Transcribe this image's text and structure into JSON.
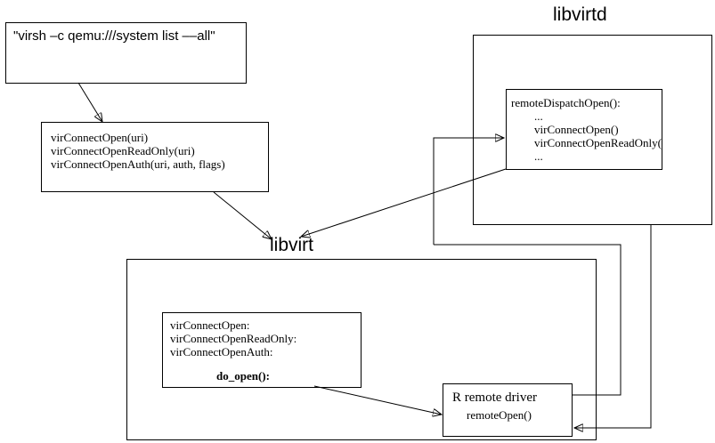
{
  "diagram": {
    "title_libvirtd": "libvirtd",
    "title_libvirt": "libvirt",
    "command_box": {
      "text": "\"virsh –c qemu:///system list ––all\""
    },
    "api_box": {
      "line1": "virConnectOpen(uri)",
      "line2": "virConnectOpenReadOnly(uri)",
      "line3": "virConnectOpenAuth(uri, auth, flags)"
    },
    "dispatch_box": {
      "line1": "remoteDispatchOpen():",
      "line2": "...",
      "line3": "virConnectOpen()",
      "line4": "virConnectOpenReadOnly()",
      "line5": "..."
    },
    "driver_box": {
      "line1": "virConnectOpen:",
      "line2": "virConnectOpenReadOnly:",
      "line3": "virConnectOpenAuth:",
      "line4": "do_open():"
    },
    "remote_driver_box": {
      "title": "R remote driver",
      "subtitle": "remoteOpen()"
    },
    "colors": {
      "stroke": "#000000",
      "background": "#ffffff"
    }
  }
}
